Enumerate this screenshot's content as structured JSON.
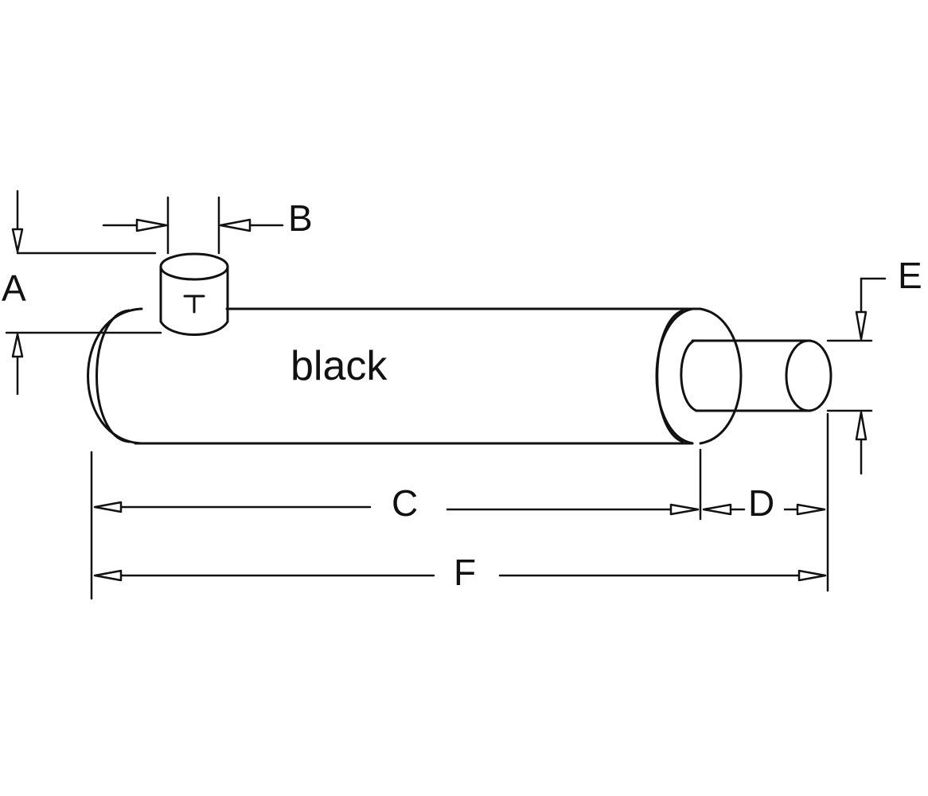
{
  "body_text": "black",
  "labels": {
    "A": "A",
    "B": "B",
    "C": "C",
    "D": "D",
    "E": "E",
    "F": "F"
  }
}
